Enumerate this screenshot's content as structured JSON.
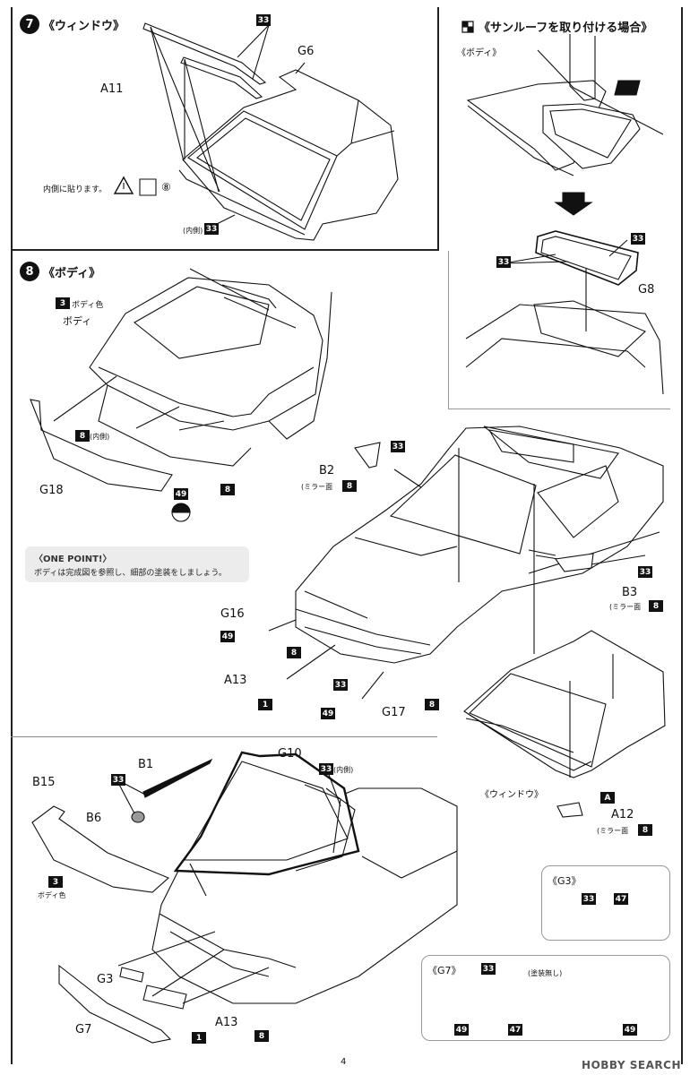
{
  "page_number": "4",
  "watermark": "HOBBY SEARCH",
  "step7": {
    "number": "7",
    "title": "《ウィンドウ》",
    "parts": {
      "a11": "A11",
      "g6": "G6"
    },
    "tags": {
      "top": "33",
      "inner": "33"
    },
    "note": "内側に貼ります。",
    "note_circle": "⑧",
    "inner_label": "(内側)"
  },
  "sunroof": {
    "title": "《サンルーフを取り付ける場合》",
    "body_label": "《ボディ》",
    "part_g8": "G8",
    "tags": {
      "a": "33",
      "b": "33"
    }
  },
  "step8": {
    "number": "8",
    "title": "《ボディ》",
    "body_color_tag": "3",
    "body_color_text": "ボディ色",
    "body_text": "ボディ",
    "parts": {
      "g18": "G18",
      "b2": "B2",
      "b3": "B3",
      "g16": "G16",
      "a13": "A13",
      "g17": "G17",
      "g10": "G10",
      "b1": "B1",
      "b15": "B15",
      "b6": "B6",
      "g3": "G3",
      "g7": "G7",
      "a13b": "A13",
      "a12": "A12"
    },
    "inner_note": "(内側)",
    "mirror_note_b2": "(ミラー面",
    "mirror_note_b3": "(ミラー面",
    "mirror_note_a12": "(ミラー面",
    "window_label": "《ウィンドウ》",
    "body_color_text2": "ボディ色",
    "inner_note_g10": "(内側)",
    "tags": {
      "t8_inner": "8",
      "t49": "49",
      "t33_b2": "33",
      "t8_b2": "8",
      "t8_front": "8",
      "t33_b3": "33",
      "t8_b3": "8",
      "t49_g16": "49",
      "t8_g16": "8",
      "t1_a13": "1",
      "t33_grill": "33",
      "t49_g17": "49",
      "t8_g17": "8",
      "t33_b1": "33",
      "t33_g10": "33",
      "t3_b15": "3",
      "t1_a13b": "1",
      "t8_rear": "8",
      "tA": "A",
      "t8_a12": "8"
    }
  },
  "one_point": {
    "title": "〈ONE POINT!〉",
    "text": "ボディは完成図を参照し、細部の塗装をしましょう。"
  },
  "g3_panel": {
    "title": "《G3》",
    "tags": [
      "33",
      "47"
    ]
  },
  "g7_panel": {
    "title": "《G7》",
    "note": "(塗装無し)",
    "tags": {
      "top": "33",
      "left": "49",
      "mid": "47",
      "right": "49"
    }
  }
}
